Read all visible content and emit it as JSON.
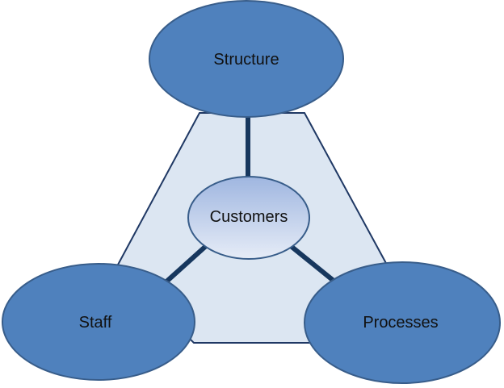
{
  "diagram": {
    "title": "",
    "center_node": {
      "id": "customers",
      "label": "Customers"
    },
    "outer_nodes": [
      {
        "id": "structure",
        "label": "Structure"
      },
      {
        "id": "staff",
        "label": "Staff"
      },
      {
        "id": "processes",
        "label": "Processes"
      }
    ],
    "edges": [
      {
        "from": "customers",
        "to": "structure"
      },
      {
        "from": "customers",
        "to": "staff"
      },
      {
        "from": "customers",
        "to": "processes"
      }
    ],
    "colors": {
      "outer_fill": "#4f81bd",
      "outer_stroke": "#385d8a",
      "background_shape_fill": "#dce6f2",
      "background_shape_stroke": "#1f3864",
      "connector": "#17375e",
      "center_fill_top": "#9fb6e0",
      "center_fill_bottom": "#e6ecf7"
    }
  }
}
